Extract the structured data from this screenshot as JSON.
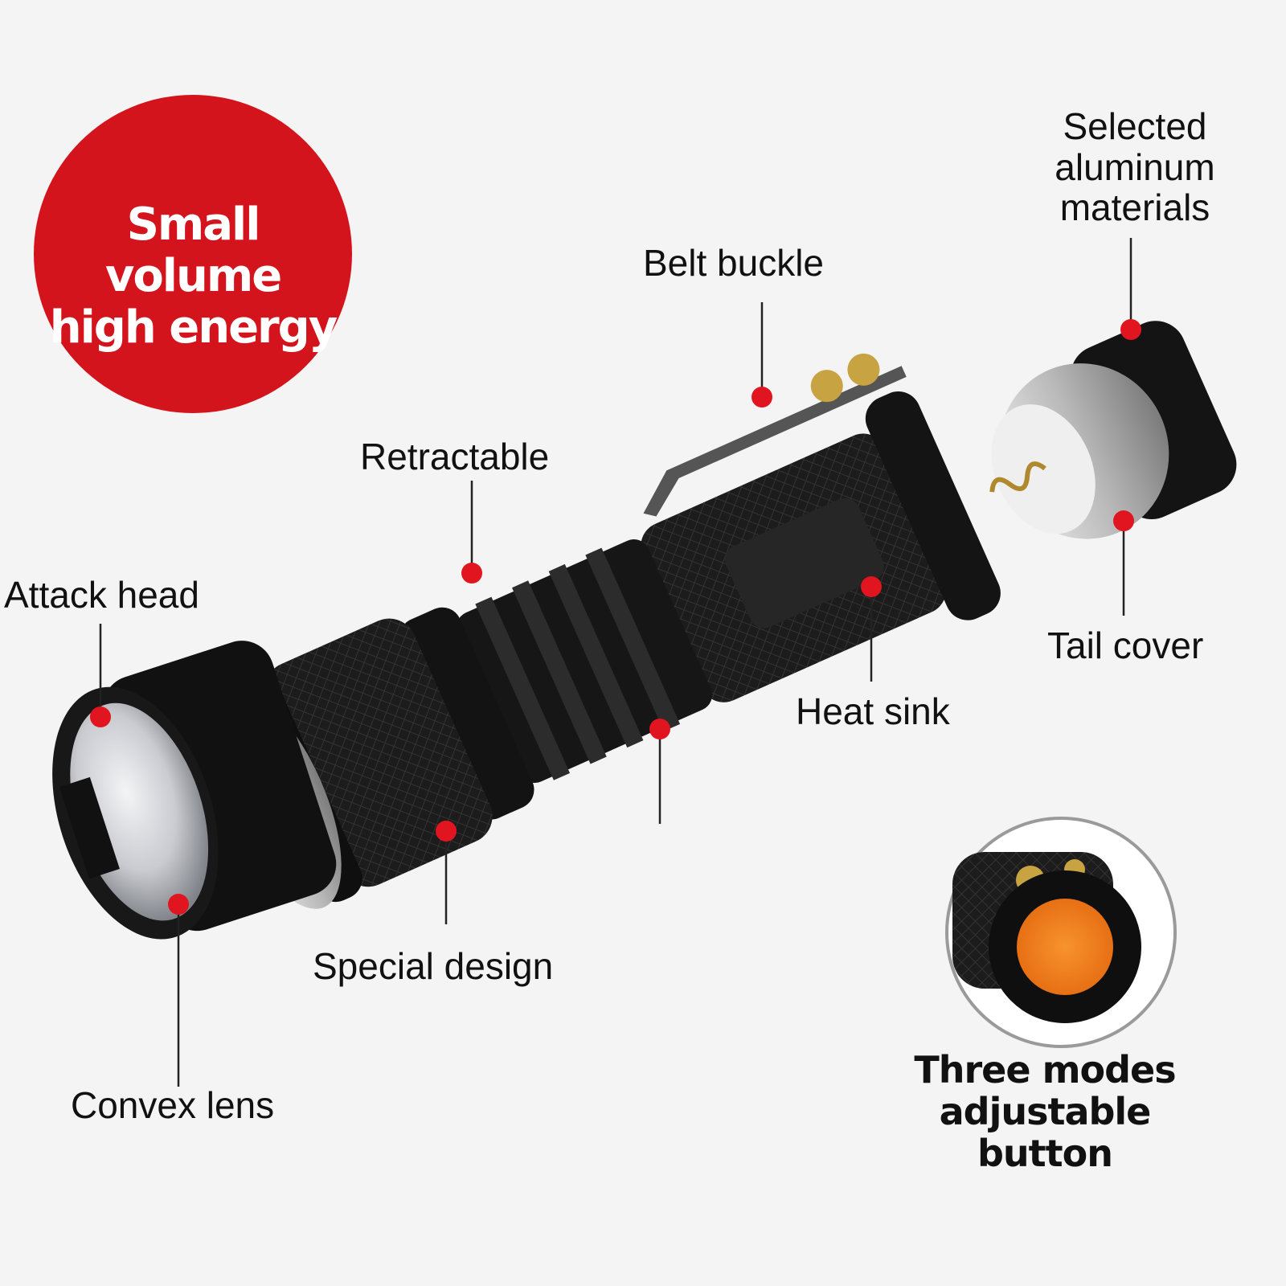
{
  "badge": {
    "line1": "Small volume",
    "line2": "high energy"
  },
  "callouts": {
    "attack_head": "Attack head",
    "retractable": "Retractable",
    "belt_buckle": "Belt buckle",
    "selected_materials": "Selected aluminum materials",
    "tail_cover": "Tail cover",
    "heat_sink": "Heat sink",
    "special_design": "Special design",
    "convex_lens": "Convex lens"
  },
  "inset": {
    "line1": "Three modes",
    "line2": "adjustable button"
  },
  "colors": {
    "accent": "#d4141d",
    "body": "#141414",
    "button": "#f07d1f",
    "background": "#f4f4f4"
  }
}
